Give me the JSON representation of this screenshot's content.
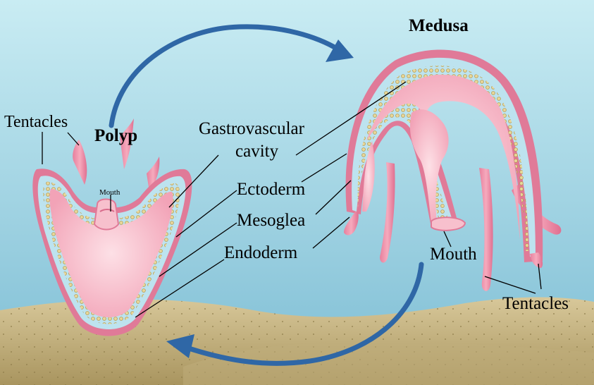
{
  "titles": {
    "polyp": "Polyp",
    "medusa": "Medusa"
  },
  "labels": {
    "tentacles_polyp": "Tentacles",
    "mouth_polyp": "Mouth",
    "gastrovascular_line1": "Gastrovascular",
    "gastrovascular_line2": "cavity",
    "ectoderm": "Ectoderm",
    "mesoglea": "Mesoglea",
    "endoderm": "Endoderm",
    "mouth_medusa": "Mouth",
    "tentacles_medusa": "Tentacles"
  },
  "colors": {
    "water_top": "#bfe6f0",
    "water_bottom": "#7fbfd6",
    "sand": "#cbb98c",
    "body_pink": "#f4a7b9",
    "ectoderm_pink": "#e07a98",
    "mesoglea_blue": "#bde3ef",
    "endoderm_gold": "#d4c07a",
    "arrow_blue": "#2f67a6"
  }
}
